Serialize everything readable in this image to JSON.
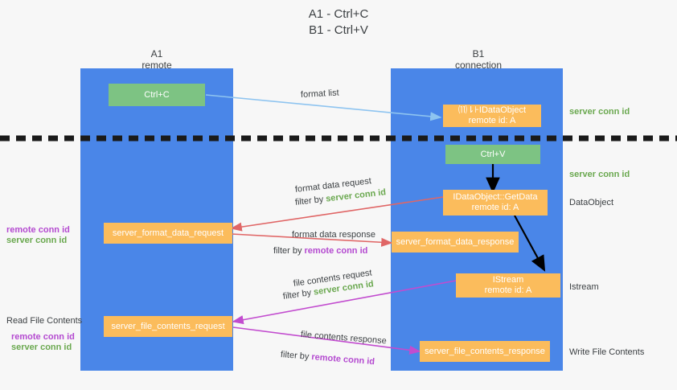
{
  "title": {
    "line1": "A1 - Ctrl+C",
    "line2": "B1 - Ctrl+V"
  },
  "columns": [
    {
      "name": "A1",
      "sub": "remote"
    },
    {
      "name": "B1",
      "sub": "connection"
    }
  ],
  "colors": {
    "lane": "#4a86e8",
    "green_node": "#7dc383",
    "orange_node": "#fbbc5c",
    "server_conn": "#6aa84f",
    "remote_conn": "#b44ad0",
    "arrow_blue": "#8ec4f0",
    "arrow_red": "#e06666",
    "arrow_magenta": "#c24ccf",
    "arrow_black": "#000000",
    "background": "#f7f7f7",
    "text": "#3c4043"
  },
  "nodes": {
    "ctrl_c": {
      "label": "Ctrl+C"
    },
    "ctrl_v": {
      "label": "Ctrl+V"
    },
    "data_object": {
      "line1": "⑾⇂⊦IDataObject",
      "line2": "remote id: A"
    },
    "get_data": {
      "line1": "IDataObject::GetData",
      "line2": "remote id: A"
    },
    "istream": {
      "line1": "IStream",
      "line2": "remote id: A"
    },
    "server_format_data_request": {
      "label": "server_format_data_request"
    },
    "server_format_data_response": {
      "label": "server_format_data_response"
    },
    "server_file_contents_request": {
      "label": "server_file_contents_request"
    },
    "server_file_contents_response": {
      "label": "server_file_contents_response"
    }
  },
  "right_labels": {
    "server_conn_id_1": "server conn id",
    "server_conn_id_2": "server conn id",
    "data_object": "DataObject",
    "istream": "Istream",
    "write_file_contents": "Write File Contents"
  },
  "left_labels": {
    "remote_conn_id_1": "remote conn id",
    "server_conn_id_1": "server conn id",
    "read_file_contents": "Read File Contents",
    "remote_conn_id_2": "remote conn id",
    "server_conn_id_2": "server conn id"
  },
  "edges": {
    "format_list": "format list",
    "format_data_request": "format data request",
    "format_data_request_filter_prefix": "filter by ",
    "format_data_request_filter_value": "server conn id",
    "format_data_response": "format data response",
    "format_data_response_filter_prefix": "filter by ",
    "format_data_response_filter_value": "remote conn id",
    "file_contents_request": "file contents request",
    "file_contents_request_filter_prefix": "filter by ",
    "file_contents_request_filter_value": "server conn id",
    "file_contents_response": "file contents response",
    "file_contents_response_filter_prefix": "filter by ",
    "file_contents_response_filter_value": "remote conn id"
  }
}
